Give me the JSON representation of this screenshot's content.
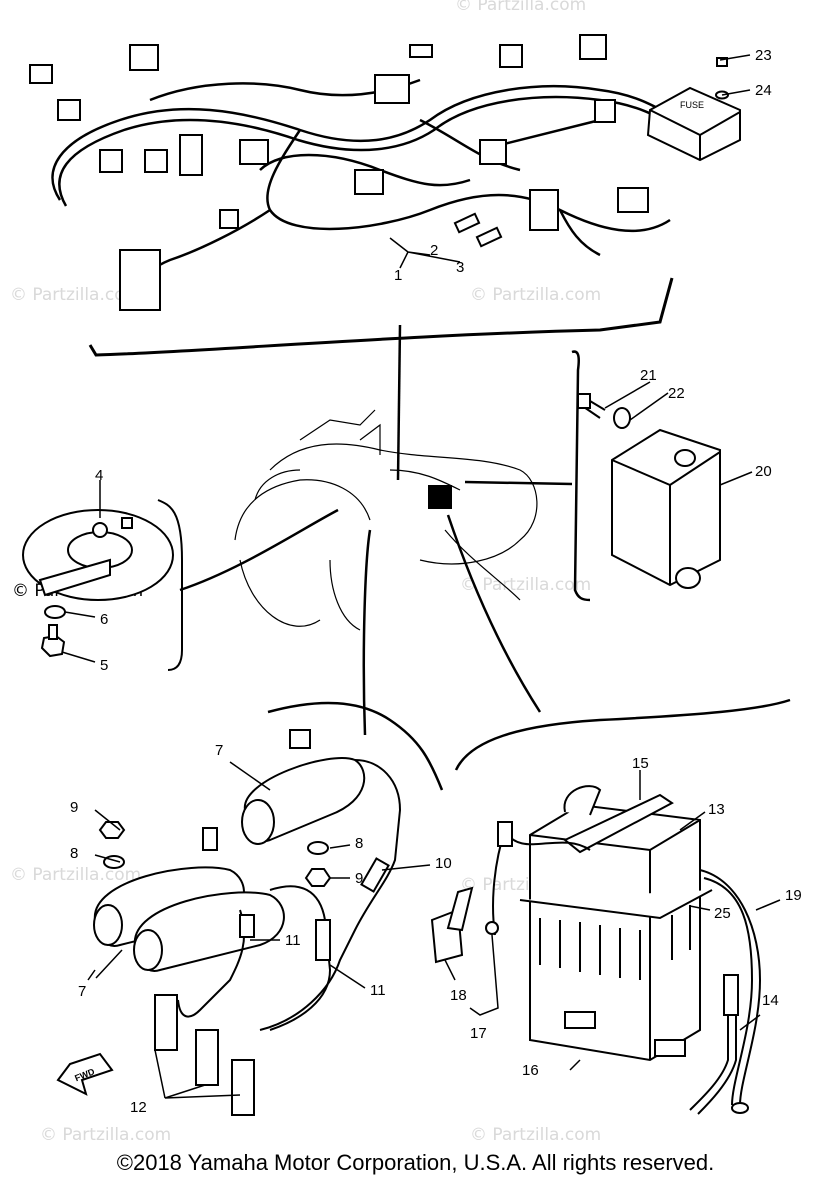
{
  "watermark": "© Partzilla.com",
  "copyright": "©2018 Yamaha Motor Corporation, U.S.A. All rights reserved.",
  "fwd_label": "FWD",
  "fuse_label": "FUSE",
  "callouts": {
    "c1": "1",
    "c2": "2",
    "c3": "3",
    "c4": "4",
    "c5": "5",
    "c6": "6",
    "c7a": "7",
    "c7b": "7",
    "c8a": "8",
    "c8b": "8",
    "c9a": "9",
    "c9b": "9",
    "c10": "10",
    "c11a": "11",
    "c11b": "11",
    "c12": "12",
    "c13": "13",
    "c14": "14",
    "c15": "15",
    "c16": "16",
    "c17": "17",
    "c18": "18",
    "c19": "19",
    "c20": "20",
    "c21": "21",
    "c22": "22",
    "c23": "23",
    "c24": "24",
    "c25": "25"
  }
}
